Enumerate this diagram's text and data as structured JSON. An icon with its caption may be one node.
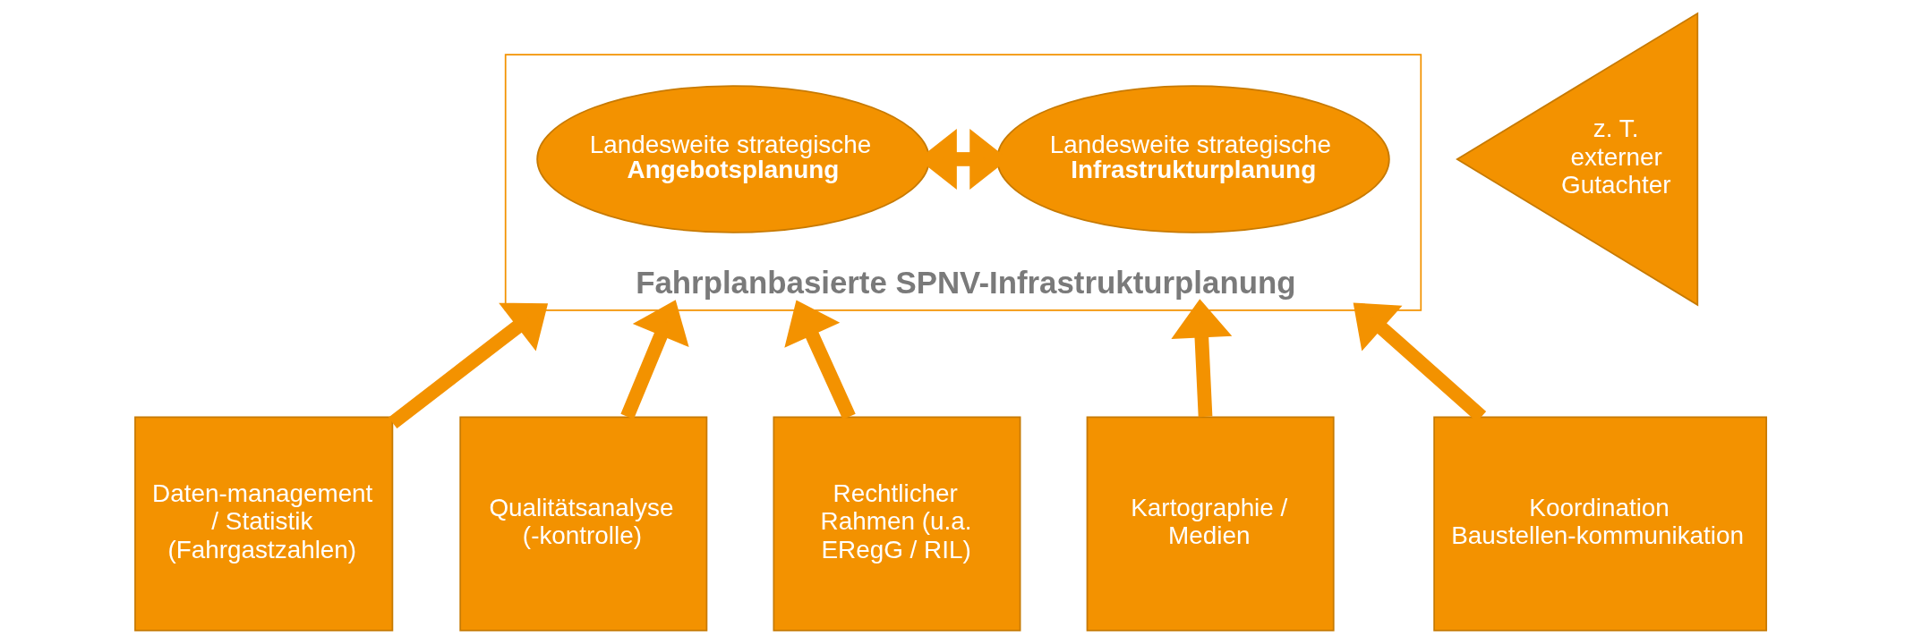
{
  "diagram": {
    "nodes": [
      {
        "text": [
          "Fahrplanbasierte SPNV-Infrastrukturplanung"
        ]
      },
      {
        "text": [
          "Landesweite strategische **Angebotsplanung**"
        ],
        "in": 0
      },
      {
        "text": [
          "Landesweite strategische **Infrastrukturplanung**"
        ],
        "in": 0
      },
      {
        "text": [
          "z. T. externer Gutachter"
        ]
      },
      {
        "text": [
          "Daten-management / Statistik (Fahrgastzahlen)"
        ]
      },
      {
        "text": [
          "Qualitätsanalyse (-kontrolle)"
        ]
      },
      {
        "text": [
          "Rechtlicher Rahmen (u.a. ERegG / RIL)"
        ]
      },
      {
        "text": [
          "Kartographie / Medien"
        ]
      },
      {
        "text": [
          "Koordination Baustellen-kommunikation"
        ]
      }
    ],
    "edges": [
      {
        "from": 1,
        "to": 2,
        "arrow": "both"
      },
      {
        "from": 4,
        "to": 0,
        "arrow": "to"
      },
      {
        "from": 5,
        "to": 0,
        "arrow": "to"
      },
      {
        "from": 6,
        "to": 0,
        "arrow": "to"
      },
      {
        "from": 7,
        "to": 0,
        "arrow": "to"
      },
      {
        "from": 8,
        "to": 0,
        "arrow": "to"
      }
    ]
  }
}
